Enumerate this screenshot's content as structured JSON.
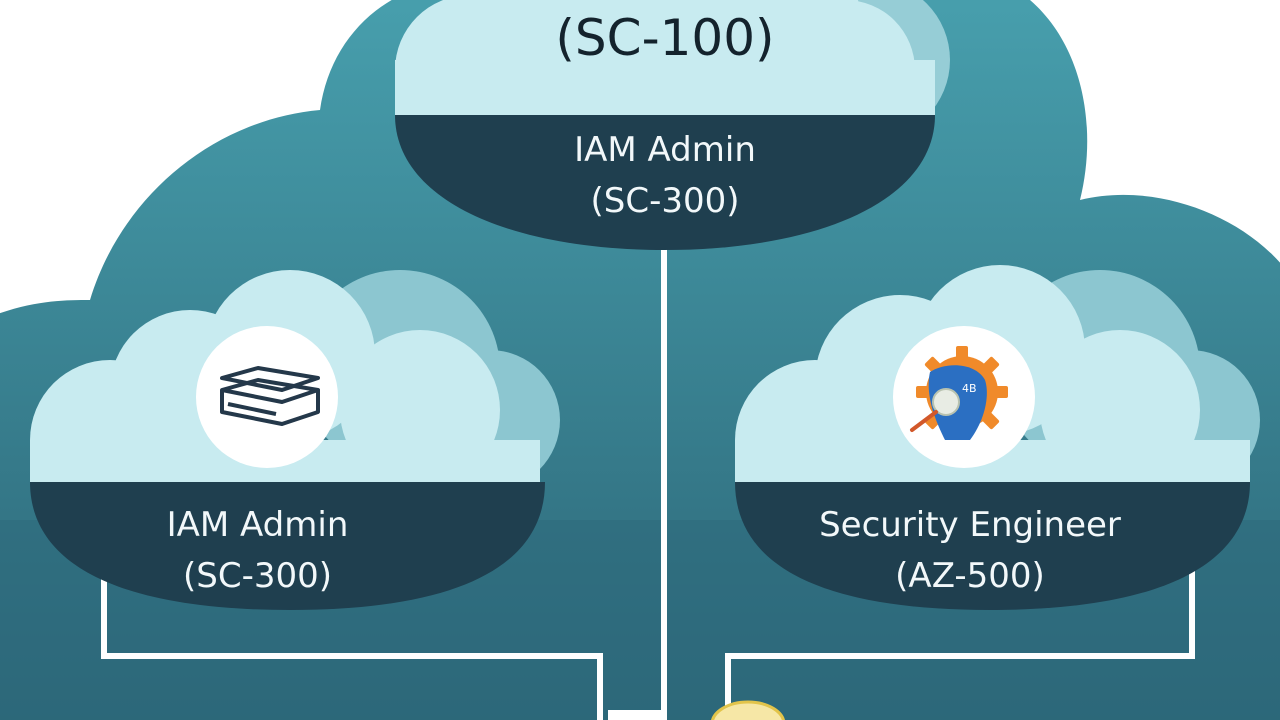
{
  "top_node": {
    "code": "(SC-100)",
    "title": "IAM Admin",
    "subtitle": "(SC-300)"
  },
  "left_node": {
    "title": "IAM Admin",
    "subtitle": "(SC-300)",
    "icon": "graduation-cap-icon"
  },
  "right_node": {
    "title": "Security Engineer",
    "subtitle": "(AZ-500)",
    "icon": "gear-engineer-icon"
  },
  "colors": {
    "background": "#ffffff",
    "big_cloud": "#3e8d9c",
    "big_cloud_shade": "#2f6e80",
    "light_cloud": "#c8ebf0",
    "dark_band": "#1f3f4f",
    "connector": "#ffffff"
  }
}
